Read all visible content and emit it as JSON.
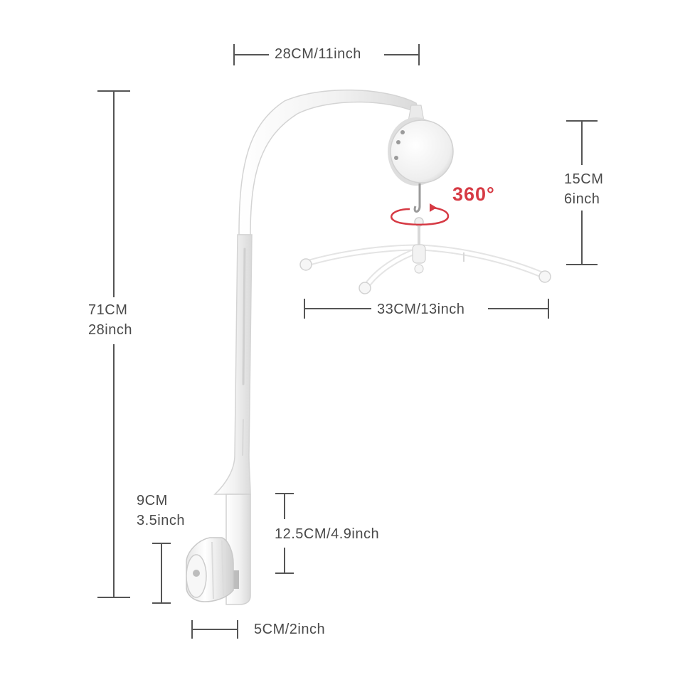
{
  "dimensions": {
    "arm_reach": "28CM/11inch",
    "total_height_cm": "71CM",
    "total_height_in": "28inch",
    "hanger_height_cm": "15CM",
    "hanger_height_in": "6inch",
    "hanger_width": "33CM/13inch",
    "clamp_height_cm": "9CM",
    "clamp_height_in": "3.5inch",
    "clamp_range": "12.5CM/4.9inch",
    "clamp_width": "5CM/2inch"
  },
  "rotation_label": "360°",
  "colors": {
    "dimension_line": "#555555",
    "dimension_text": "#4a4a4a",
    "rotation_accent": "#d63a44",
    "product_white": "#f4f4f4",
    "product_shadow": "#d8d8d8"
  }
}
